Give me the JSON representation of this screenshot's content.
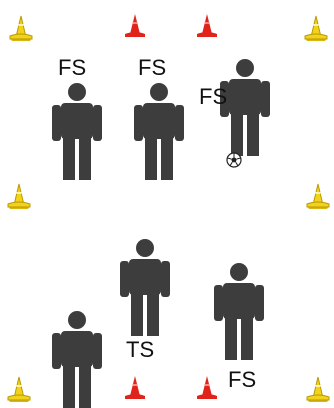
{
  "colors": {
    "background": "#ffffff",
    "player": "#3d3d3d",
    "outer_cone": "#f2d21a",
    "inner_cone": "#e0241b",
    "label_text": "#111111"
  },
  "cones": [
    {
      "icon": "yellow-cone-icon",
      "corner": "top-left"
    },
    {
      "icon": "red-cone-icon",
      "corner": "top-center-left"
    },
    {
      "icon": "red-cone-icon",
      "corner": "top-center-right"
    },
    {
      "icon": "yellow-cone-icon",
      "corner": "top-right"
    },
    {
      "icon": "yellow-cone-icon",
      "corner": "middle-left"
    },
    {
      "icon": "yellow-cone-icon",
      "corner": "middle-right"
    },
    {
      "icon": "yellow-cone-icon",
      "corner": "bottom-left"
    },
    {
      "icon": "red-cone-icon",
      "corner": "bottom-center-left"
    },
    {
      "icon": "red-cone-icon",
      "corner": "bottom-center-right"
    },
    {
      "icon": "yellow-cone-icon",
      "corner": "bottom-right"
    }
  ],
  "players": [
    {
      "icon": "player-icon",
      "label": "FS"
    },
    {
      "icon": "player-icon",
      "label": "FS"
    },
    {
      "icon": "player-icon",
      "label": "FS"
    },
    {
      "icon": "player-icon",
      "label": "TS"
    },
    {
      "icon": "player-icon",
      "label": ""
    },
    {
      "icon": "player-icon",
      "label": "FS"
    }
  ],
  "ball": {
    "icon": "soccer-ball-icon"
  }
}
